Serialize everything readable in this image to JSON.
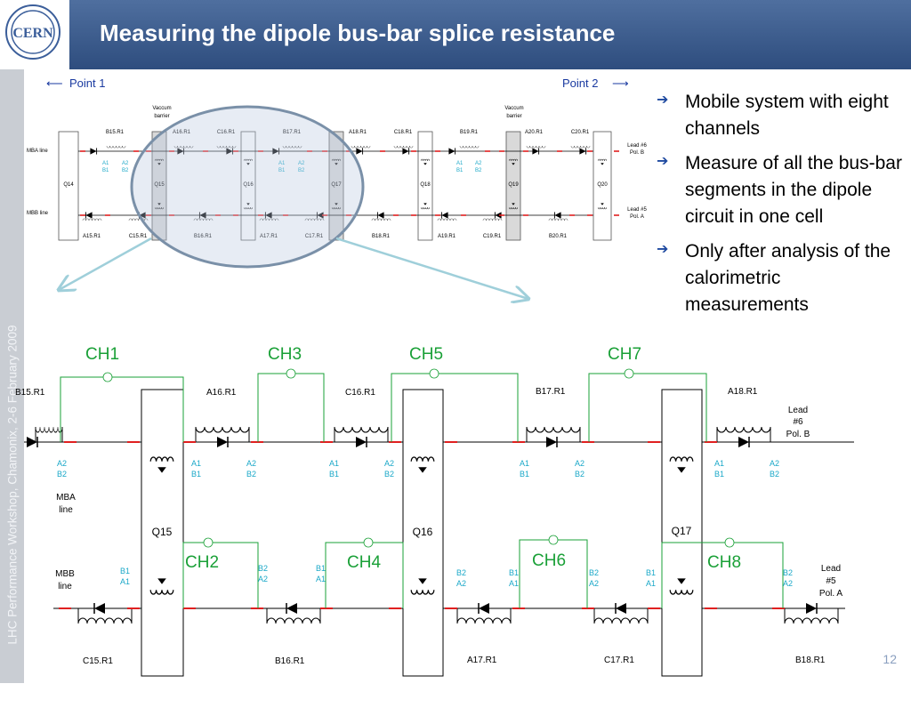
{
  "header": {
    "title": "Measuring the dipole bus-bar splice resistance",
    "logo_text": "CERN"
  },
  "sidebar_text": "LHC Performance Workshop, Chamonix, 2-6 February 2009",
  "bullets": [
    "Mobile system with eight channels",
    "Measure of all the bus-bar segments in the dipole circuit in one cell",
    "Only after analysis of the calorimetric measurements"
  ],
  "page_number": "12",
  "top_diagram": {
    "point1": "Point 1",
    "point2": "Point 2",
    "vaccum_barrier": [
      "Vaccum",
      "barrier"
    ],
    "mba_line": "MBA line",
    "mbb_line": "MBB line",
    "quads": [
      "Q14",
      "Q15",
      "Q16",
      "Q17",
      "Q18",
      "Q19",
      "Q20"
    ],
    "top_labels": [
      "B15.R1",
      "A16.R1",
      "C16.R1",
      "B17.R1",
      "A18.R1",
      "C18.R1",
      "B19.R1",
      "A20.R1",
      "C20.R1"
    ],
    "bottom_labels": [
      "A15.R1",
      "C15.R1",
      "B16.R1",
      "A17.R1",
      "C17.R1",
      "B18.R1",
      "A19.R1",
      "C19.R1",
      "B20.R1"
    ],
    "lead6": [
      "Lead #6",
      "Pol. B"
    ],
    "lead5": [
      "Lead #5",
      "Pol. A"
    ],
    "pin_labels": [
      "A1",
      "B1",
      "A2",
      "B2"
    ]
  },
  "bottom_diagram": {
    "channels": [
      "CH1",
      "CH2",
      "CH3",
      "CH4",
      "CH5",
      "CH6",
      "CH7",
      "CH8"
    ],
    "top_labels": [
      "B15.R1",
      "A16.R1",
      "C16.R1",
      "B17.R1",
      "A18.R1"
    ],
    "bottom_labels": [
      "C15.R1",
      "B16.R1",
      "A17.R1",
      "C17.R1",
      "B18.R1"
    ],
    "quads": [
      "Q15",
      "Q16",
      "Q17"
    ],
    "mba_line": [
      "MBA",
      "line"
    ],
    "mbb_line": [
      "MBB",
      "line"
    ],
    "lead6": [
      "Lead",
      "#6",
      "Pol. B"
    ],
    "lead5": [
      "Lead",
      "#5",
      "Pol. A"
    ],
    "pins": [
      "A2",
      "B2",
      "A1",
      "B1"
    ]
  },
  "colors": {
    "channel_green": "#1aa037",
    "pin_cyan": "#1aa8c8",
    "red_tick": "#e02020",
    "header_blue": "#3a5a8c"
  }
}
